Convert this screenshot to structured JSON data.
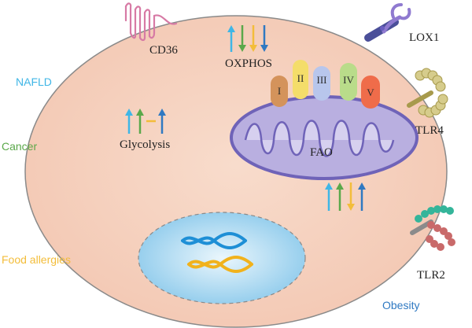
{
  "labels": {
    "cd36": "CD36",
    "lox1": "LOX1",
    "tlr4": "TLR4",
    "tlr2": "TLR2",
    "oxphos": "OXPHOS",
    "fao": "FAO",
    "glycolysis": "Glycolysis"
  },
  "complexes": [
    "I",
    "II",
    "III",
    "IV",
    "V"
  ],
  "conditions": {
    "nafld": "NAFLD",
    "cancer": "Cancer",
    "food_allergies": "Food allergies",
    "obesity": "Obesity"
  },
  "colors": {
    "nafld": "#3fb6e6",
    "cancer": "#5aa84a",
    "food_allergies": "#f3bd3a",
    "obesity": "#2f79c2",
    "cell_fill": "#f6d2bf",
    "mito_fill": "#b9afe0",
    "mito_stroke": "#6f63b8"
  },
  "indicators": {
    "oxphos": [
      "up",
      "down",
      "down",
      "down"
    ],
    "glycolysis": [
      "up",
      "up",
      "flat",
      "up"
    ],
    "fao": [
      "up",
      "up",
      "down",
      "up"
    ]
  }
}
